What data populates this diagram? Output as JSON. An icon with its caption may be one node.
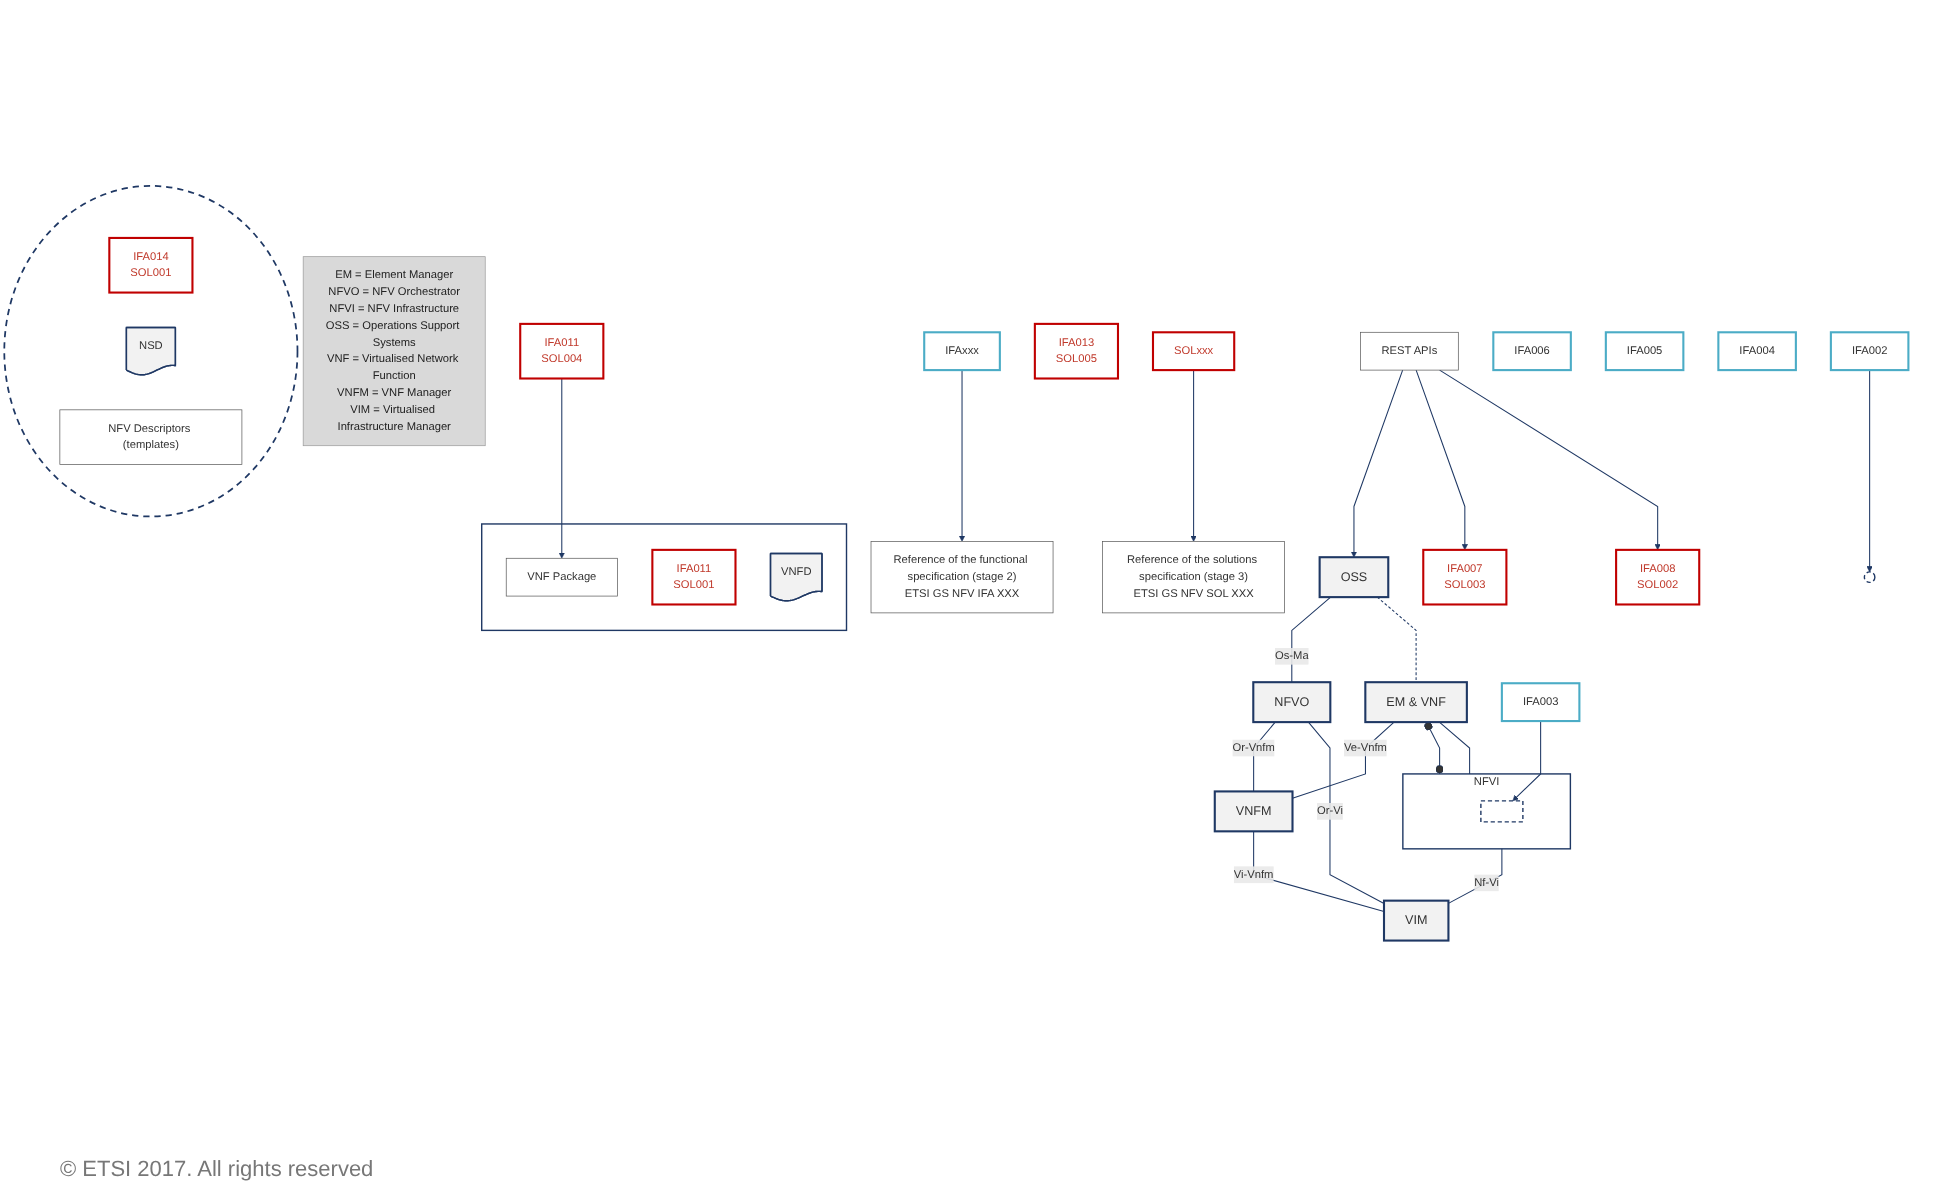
{
  "diagram": {
    "nodes": [
      {
        "text": [
          "EM = Element Manager",
          "NFVO = NFV Orchestrator",
          "NFVI = NFV Infrastructure",
          "OSS = Operations Support Systems",
          "VNF = Virtualised Network Function",
          "VNFM = VNF Manager",
          "VIM = Virtualised Infrastructure Manager"
        ]
      },
      {
        "text": [
          "IFAxxx"
        ]
      },
      {
        "text": [
          "Reference of the functional specification (stage 2)",
          "ETSI GS NFV IFA XXX"
        ]
      },
      {
        "text": [
          "SOLxxx"
        ]
      },
      {
        "text": [
          "Reference of the solutions specification (stage 3)",
          "ETSI GS NFV SOL XXX"
        ]
      },
      {
        "text": [
          "OSS"
        ]
      },
      {
        "text": [
          "IFA013",
          "SOL005"
        ]
      },
      {
        "text": [
          "NFVO"
        ]
      },
      {
        "text": [
          "REST APIs"
        ]
      },
      {
        "text": [
          "IFA007",
          "SOL003"
        ]
      },
      {
        "text": [
          "EM & VNF"
        ]
      },
      {
        "text": [
          "IFA008",
          "SOL002"
        ]
      },
      {
        "text": [
          "VNFM"
        ]
      },
      {
        "text": [
          "IFA002"
        ]
      },
      {
        "text": [],
        "shape": "ellipse"
      },
      {
        "text": [
          "IFA003"
        ]
      },
      {
        "text": [],
        "shape": "box",
        "in": 17
      },
      {
        "text": [
          "NFVI"
        ]
      },
      {
        "text": [
          "IFA006"
        ]
      },
      {
        "text": [
          "IFA005"
        ]
      },
      {
        "text": [
          "VIM"
        ]
      },
      {
        "text": [
          "IFA004"
        ]
      },
      {
        "text": [],
        "shape": "circle"
      },
      {
        "text": [
          "IFA011",
          "SOL004"
        ]
      },
      {
        "text": [
          "IFA014",
          "SOL001"
        ],
        "in": 22
      },
      {
        "text": [
          "NSD"
        ],
        "in": 22
      },
      {
        "text": [
          "NFV Descriptors (templates)"
        ],
        "in": 22
      },
      {
        "text": [],
        "shape": "box"
      },
      {
        "text": [
          "VNF Package"
        ],
        "in": 27
      },
      {
        "text": [
          "IFA011",
          "SOL001"
        ],
        "in": 27
      },
      {
        "text": [
          "VNFD"
        ],
        "in": 27
      }
    ],
    "edges": [
      {
        "from": 1,
        "to": 2,
        "arrow": "to"
      },
      {
        "from": 3,
        "to": 4,
        "arrow": "to"
      },
      {
        "from": 5,
        "to": 7,
        "arrow": "none",
        "label": "Os-Ma"
      },
      {
        "from": 8,
        "to": 5,
        "arrow": "to"
      },
      {
        "from": 8,
        "to": 9,
        "arrow": "to"
      },
      {
        "from": 8,
        "to": 11,
        "arrow": "to"
      },
      {
        "from": 5,
        "to": 10,
        "arrow": "none",
        "style": "dashed"
      },
      {
        "from": 7,
        "to": 12,
        "arrow": "none",
        "label": "Or-Vnfm"
      },
      {
        "from": 7,
        "to": 20,
        "arrow": "none",
        "label": "Or-Vi"
      },
      {
        "from": 10,
        "to": 12,
        "arrow": "none",
        "label": "Ve-Vnfm"
      },
      {
        "from": 12,
        "to": 20,
        "arrow": "none",
        "label": "Vi-Vnfm"
      },
      {
        "from": 17,
        "to": 20,
        "arrow": "none",
        "label": "Nf-Vi"
      },
      {
        "from": 10,
        "to": 17,
        "arrow": "other"
      },
      {
        "from": 10,
        "to": 17,
        "arrow": "none"
      },
      {
        "from": 13,
        "to": 14,
        "arrow": "to"
      },
      {
        "from": 15,
        "to": 16,
        "arrow": "to"
      },
      {
        "from": 23,
        "to": 28,
        "arrow": "to"
      }
    ],
    "labels": [
      "© ETSI 2017. All rights reserved"
    ]
  }
}
